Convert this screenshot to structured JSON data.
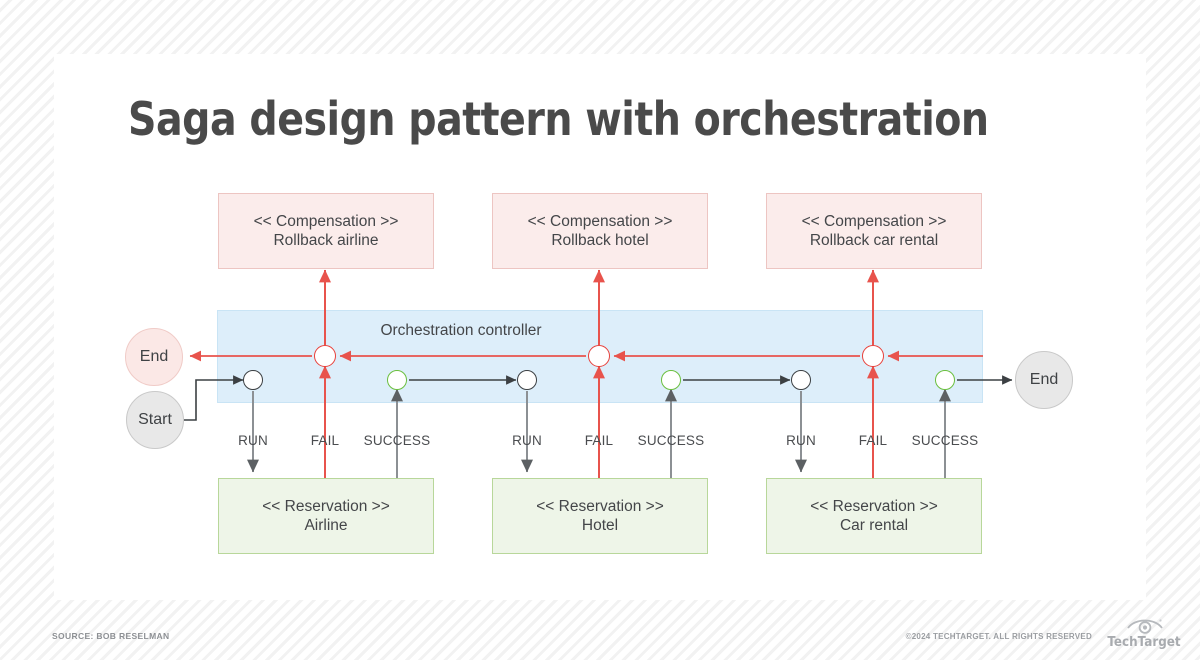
{
  "meta": {
    "title": "Saga design pattern with orchestration",
    "source_credit": "SOURCE: BOB RESELMAN",
    "copyright": "©2024 TECHTARGET. ALL RIGHTS RESERVED",
    "logo_text": "TechTarget"
  },
  "colors": {
    "compensation_fill": "#fbeceb",
    "compensation_border": "#edc5c2",
    "reservation_fill": "#eef5e8",
    "reservation_border": "#b8d79a",
    "controller_fill": "#ddeefa",
    "controller_border": "#c9e4f5",
    "fail_line": "#e8534c",
    "fail_node_border": "#e8403a",
    "success_node_border": "#6bbf3f",
    "run_node_border": "#3c4043",
    "neutral_line": "#8c9094",
    "text": "#444649",
    "title_text": "#4a4a4a",
    "start_fill": "#e8e8e8",
    "end_left_fill": "#fbe8e6",
    "page_bg": "#fbfbfb"
  },
  "diagram": {
    "controller": {
      "label": "Orchestration controller"
    },
    "terminals": [
      {
        "id": "end-left",
        "label": "End"
      },
      {
        "id": "start",
        "label": "Start"
      },
      {
        "id": "end-right",
        "label": "End"
      }
    ],
    "compensations": [
      {
        "id": "comp-airline",
        "line1": "<< Compensation >>",
        "line2": "Rollback airline"
      },
      {
        "id": "comp-hotel",
        "line1": "<< Compensation >>",
        "line2": "Rollback hotel"
      },
      {
        "id": "comp-car",
        "line1": "<< Compensation >>",
        "line2": "Rollback car rental"
      }
    ],
    "reservations": [
      {
        "id": "res-airline",
        "line1": "<< Reservation >>",
        "line2": "Airline"
      },
      {
        "id": "res-hotel",
        "line1": "<< Reservation >>",
        "line2": "Hotel"
      },
      {
        "id": "res-car",
        "line1": "<< Reservation >>",
        "line2": "Car rental"
      }
    ],
    "steps": [
      {
        "id": "airline",
        "run": "RUN",
        "fail": "FAIL",
        "success": "SUCCESS"
      },
      {
        "id": "hotel",
        "run": "RUN",
        "fail": "FAIL",
        "success": "SUCCESS"
      },
      {
        "id": "car",
        "run": "RUN",
        "fail": "FAIL",
        "success": "SUCCESS"
      }
    ]
  }
}
